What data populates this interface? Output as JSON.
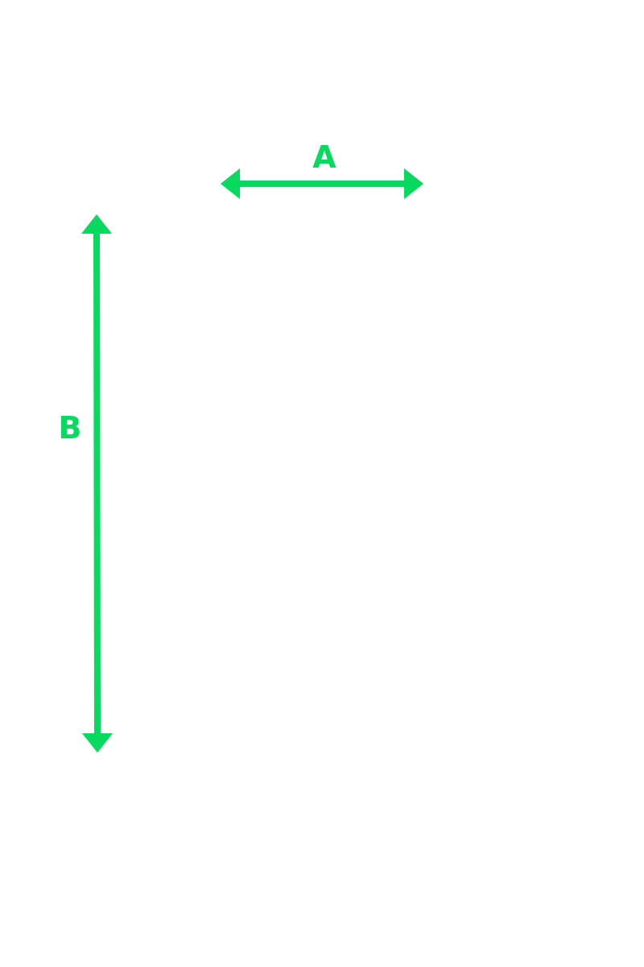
{
  "colors": {
    "arrow": "#08d95f",
    "background": "#ffffff"
  },
  "dimensions": [
    {
      "id": "A",
      "label": "A",
      "orientation": "horizontal"
    },
    {
      "id": "B",
      "label": "B",
      "orientation": "vertical"
    }
  ]
}
